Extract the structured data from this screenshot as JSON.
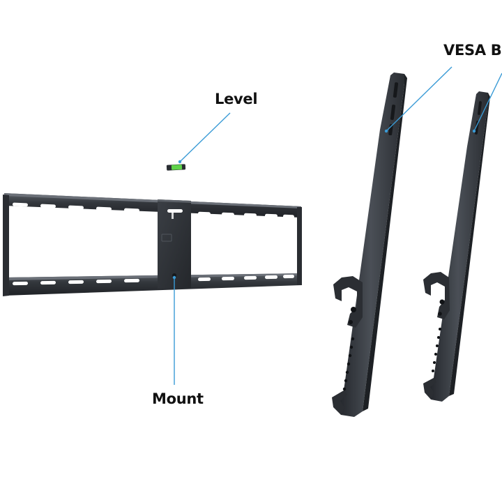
{
  "labels": {
    "level": "Level",
    "mount": "Mount",
    "vesa": "VESA Ba"
  },
  "colors": {
    "background": "#ffffff",
    "metal": "#2f3338",
    "metal_dark": "#1f2226",
    "metal_light": "#4a4f56",
    "callout_line": "#3a9bd6",
    "level_bubble": "#5fd34a",
    "label_text": "#111111"
  }
}
